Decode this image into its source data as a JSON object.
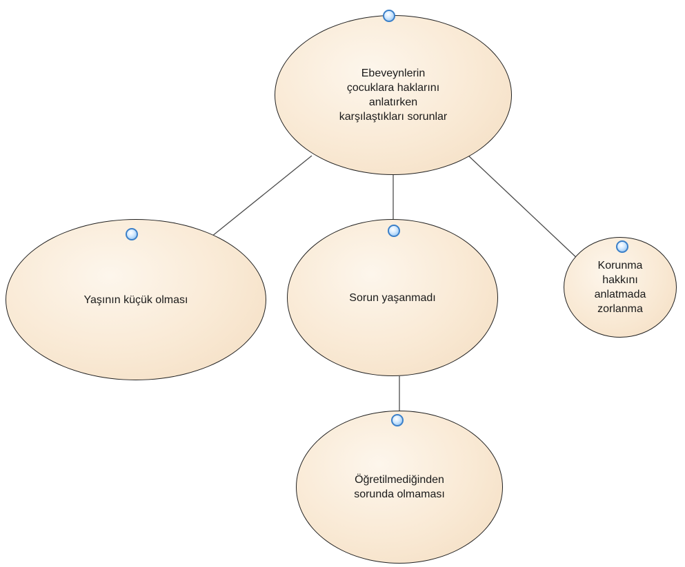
{
  "diagram": {
    "nodes": [
      {
        "id": "root",
        "label": "Ebeveynlerin\nçocuklara haklarını\nanlatırken\nkarşılaştıkları sorunlar"
      },
      {
        "id": "age",
        "label": "Yaşının küçük olması"
      },
      {
        "id": "none",
        "label": "Sorun yaşanmadı"
      },
      {
        "id": "protect",
        "label": "Korunma\nhakkını\nanlatmada\nzorlanma"
      },
      {
        "id": "taught",
        "label": "Öğretilmediğinden\nsorunda olmaması"
      }
    ],
    "edges": [
      {
        "from": "root",
        "to": "age"
      },
      {
        "from": "root",
        "to": "none"
      },
      {
        "from": "root",
        "to": "protect"
      },
      {
        "from": "none",
        "to": "taught"
      }
    ],
    "colors": {
      "node_fill": "#f9e9d4",
      "node_border": "#1f1f1f",
      "link": "#4a4a4a",
      "handle": "#3a7fc8"
    }
  }
}
